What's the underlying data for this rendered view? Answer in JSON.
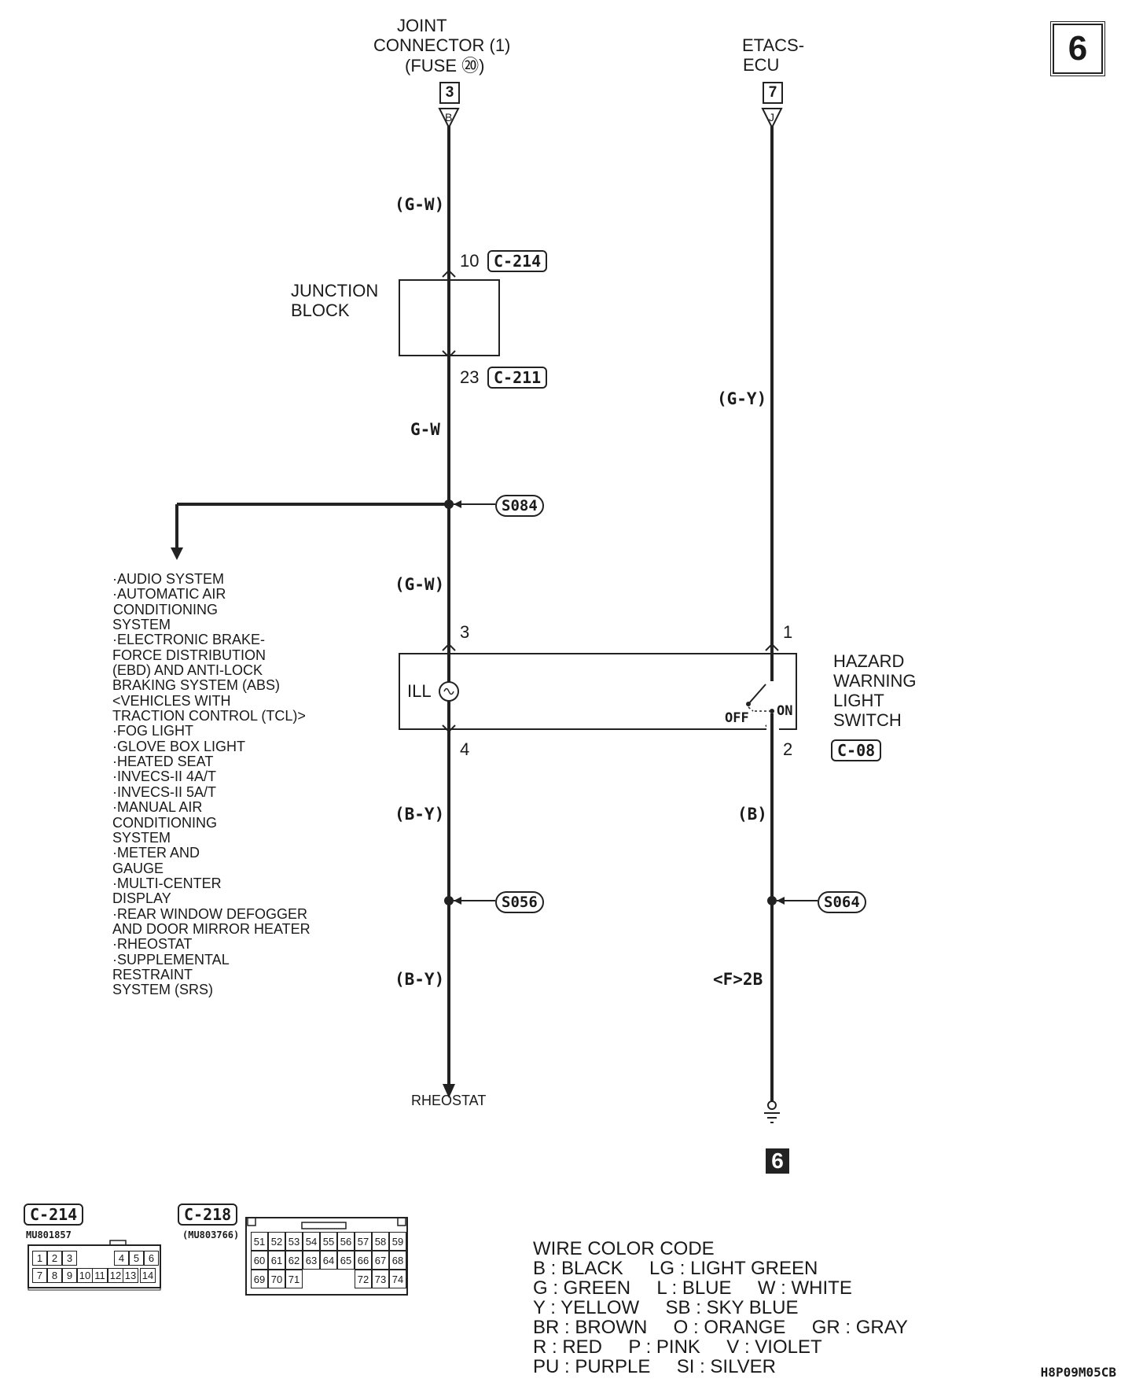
{
  "page_number": "6",
  "top_left_source": {
    "line1": "JOINT",
    "line2": "CONNECTOR (1)",
    "line3": "(FUSE ⑳)",
    "pin": "3",
    "wire_id": "B"
  },
  "top_right_source": {
    "line1": "ETACS-",
    "line2": "ECU",
    "pin": "7",
    "wire_id": "J"
  },
  "left_wire": {
    "color1": "(G-W)",
    "pin_top_jb": "10",
    "conn_top_jb": "C-214",
    "junction_block_line1": "JUNCTION",
    "junction_block_line2": "BLOCK",
    "pin_bottom_jb": "23",
    "conn_bottom_jb": "C-211",
    "color2": "G-W",
    "splice1": "S084",
    "color3": "(G-W)",
    "switch_pin_in": "3",
    "switch_pin_out": "4",
    "color4": "(B-Y)",
    "splice2": "S056",
    "color5": "(B-Y)",
    "end_label": "RHEOSTAT"
  },
  "right_wire": {
    "color1": "(G-Y)",
    "switch_pin_in": "1",
    "switch_pin_out": "2",
    "color2": "(B)",
    "splice": "S064",
    "color3": "<F>2B",
    "ground_num": "6"
  },
  "switch": {
    "ill_label": "ILL",
    "off_label": "OFF",
    "on_label": "ON",
    "name_line1": "HAZARD",
    "name_line2": "WARNING",
    "name_line3": "LIGHT",
    "name_line4": "SWITCH",
    "connector": "C-08"
  },
  "systems_list": [
    "·AUDIO SYSTEM",
    "·AUTOMATIC AIR",
    " CONDITIONING",
    " SYSTEM",
    "·ELECTRONIC BRAKE-",
    " FORCE DISTRIBUTION",
    " (EBD) AND ANTI-LOCK",
    " BRAKING SYSTEM (ABS)",
    " <VEHICLES WITH",
    " TRACTION CONTROL (TCL)>",
    "·FOG LIGHT",
    "·GLOVE BOX LIGHT",
    "·HEATED SEAT",
    "·INVECS-II 4A/T",
    "·INVECS-II 5A/T",
    "·MANUAL AIR",
    " CONDITIONING",
    " SYSTEM",
    "·METER AND",
    " GAUGE",
    "·MULTI-CENTER",
    " DISPLAY",
    "·REAR WINDOW DEFOGGER",
    " AND DOOR MIRROR HEATER",
    "·RHEOSTAT",
    "·SUPPLEMENTAL",
    " RESTRAINT",
    " SYSTEM (SRS)"
  ],
  "connector_c214": {
    "label": "C-214",
    "part": "MU801857",
    "row1": [
      "1",
      "2",
      "3",
      "",
      "4",
      "5",
      "6"
    ],
    "row2": [
      "7",
      "8",
      "9",
      "10",
      "11",
      "12",
      "13",
      "14"
    ]
  },
  "connector_c218": {
    "label": "C-218",
    "part": "(MU803766)",
    "row1": [
      "51",
      "52",
      "53",
      "54",
      "55",
      "56",
      "57",
      "58",
      "59"
    ],
    "row2": [
      "60",
      "61",
      "62",
      "63",
      "64",
      "65",
      "66",
      "67",
      "68"
    ],
    "row3": [
      "69",
      "70",
      "71",
      "",
      "",
      "",
      "72",
      "73",
      "74"
    ]
  },
  "legend": {
    "title": "WIRE COLOR CODE",
    "lines": [
      "B : BLACK     LG : LIGHT GREEN",
      "G : GREEN     L : BLUE     W : WHITE",
      "Y : YELLOW     SB : SKY BLUE",
      "BR : BROWN     O : ORANGE     GR : GRAY",
      "R : RED     P : PINK     V : VIOLET",
      "PU : PURPLE     SI : SILVER"
    ]
  },
  "footer_code": "H8P09M05CB"
}
